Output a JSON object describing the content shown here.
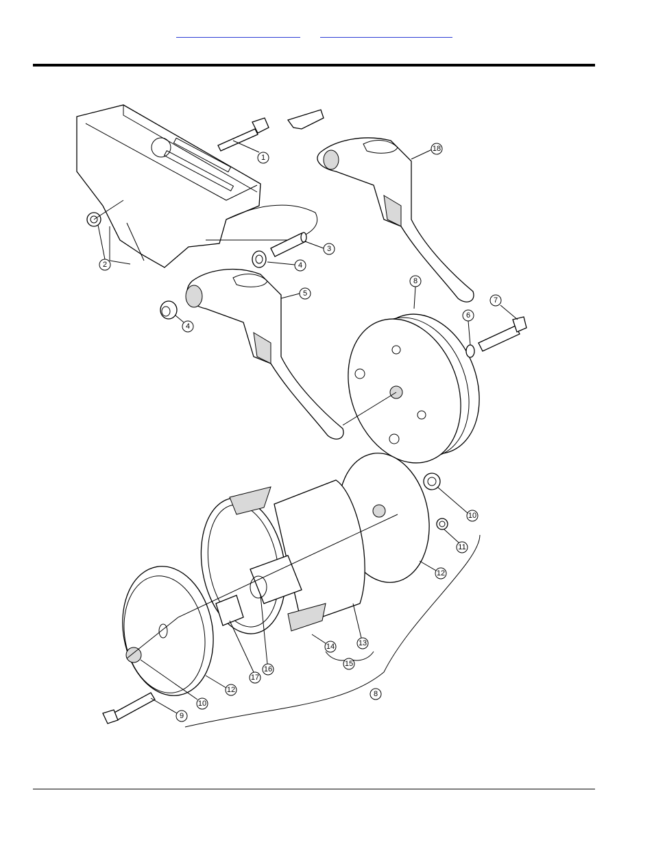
{
  "header": {
    "links": [
      "",
      ""
    ]
  },
  "diagram": {
    "callouts": [
      "1",
      "2",
      "3",
      "4",
      "4",
      "5",
      "6",
      "7",
      "8",
      "18",
      "10",
      "11",
      "12",
      "13",
      "14",
      "15",
      "16",
      "17",
      "12",
      "10",
      "9",
      "8"
    ]
  }
}
